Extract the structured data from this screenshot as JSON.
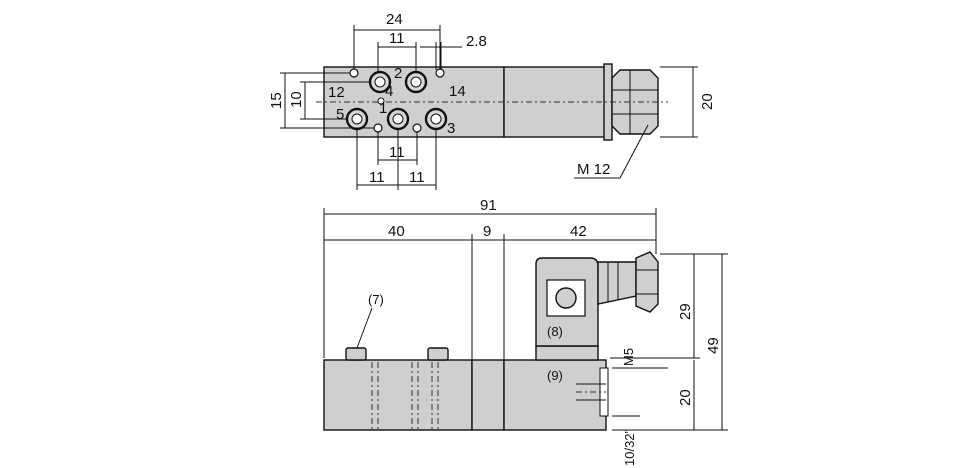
{
  "top_view": {
    "dims": {
      "d24": "24",
      "d11_top": "11",
      "d2_8": "2.8",
      "d15": "15",
      "d10": "10",
      "d20": "20",
      "d11_mid": "11",
      "d11_left": "11",
      "d11_right": "11"
    },
    "ports": {
      "p1": "1",
      "p2": "2",
      "p3": "3",
      "p4": "4",
      "p5": "5",
      "p12": "12",
      "p14": "14"
    },
    "thread_label": "M 12"
  },
  "side_view": {
    "dims": {
      "d91": "91",
      "d40": "40",
      "d9": "9",
      "d42": "42",
      "d29": "29",
      "d49": "49",
      "d20": "20"
    },
    "callouts": {
      "c7": "(7)",
      "c8": "(8)",
      "c9": "(9)"
    },
    "thread_m5": "M5",
    "thread_unf": "10/32”"
  }
}
